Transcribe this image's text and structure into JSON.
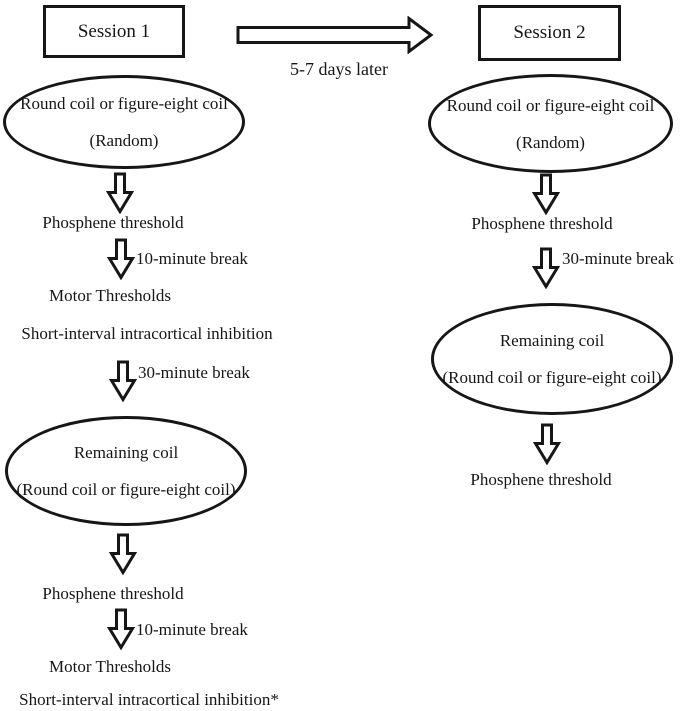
{
  "colors": {
    "ink": "#161616",
    "background": "#ffffff"
  },
  "icons": {
    "between_sessions": "right-arrow-icon",
    "flow_step": "down-arrow-icon"
  },
  "header": {
    "session1": "Session 1",
    "session2": "Session 2",
    "delay": "5-7 days later"
  },
  "session1_flow": {
    "start_coil": {
      "line1": "Round coil or figure-eight coil",
      "line2": "(Random)"
    },
    "phosphene_1": "Phosphene threshold",
    "break_1": "10-minute break",
    "motor_1": "Motor Thresholds",
    "sici_1": "Short-interval intracortical inhibition",
    "break_2": "30-minute break",
    "remaining_coil": {
      "line1": "Remaining coil",
      "line2": "(Round coil or figure-eight coil)"
    },
    "phosphene_2": "Phosphene threshold",
    "break_3": "10-minute break",
    "motor_2": "Motor Thresholds",
    "sici_2": "Short-interval intracortical inhibition*"
  },
  "session2_flow": {
    "start_coil": {
      "line1": "Round coil or figure-eight coil",
      "line2": "(Random)"
    },
    "phosphene_1": "Phosphene threshold",
    "break_1": "30-minute break",
    "remaining_coil": {
      "line1": "Remaining coil",
      "line2": "(Round coil or figure-eight coil)"
    },
    "phosphene_2": "Phosphene threshold"
  }
}
